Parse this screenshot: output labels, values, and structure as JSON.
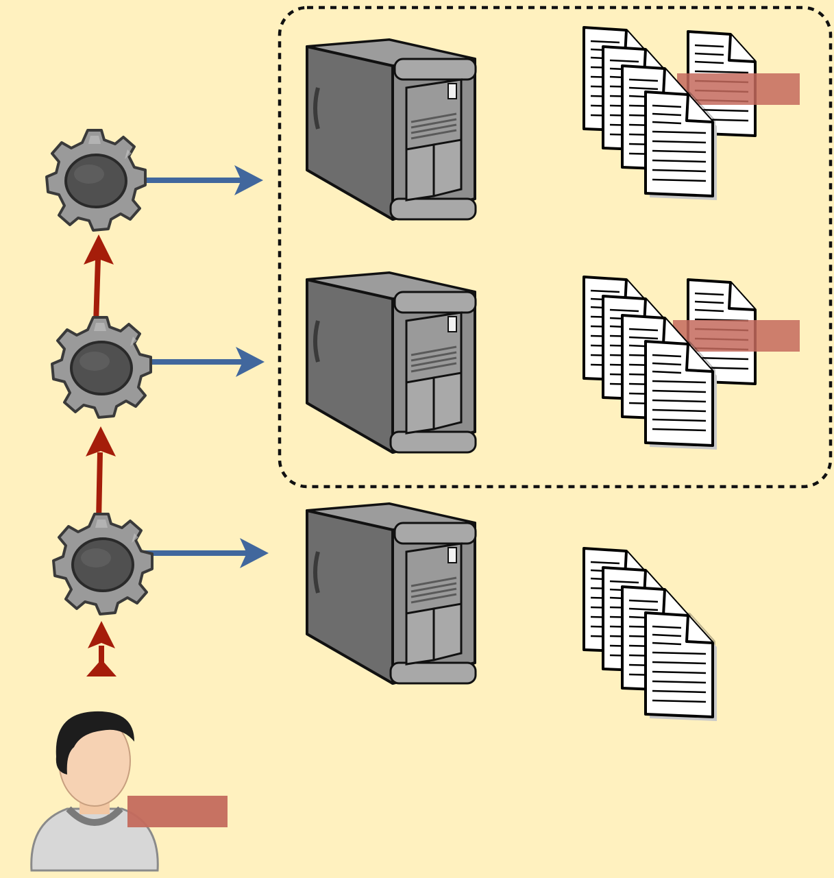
{
  "diagram": {
    "background": "#fff1bf",
    "group_border_color": "#111111",
    "red_arrow_color": "#a51d0a",
    "blue_arrow_color": "#41679d",
    "redaction_color": "#c46a5d",
    "nodes": [
      {
        "id": "user",
        "icon": "user-avatar-icon"
      },
      {
        "id": "gear-1",
        "icon": "gear-icon"
      },
      {
        "id": "gear-2",
        "icon": "gear-icon"
      },
      {
        "id": "gear-3",
        "icon": "gear-icon"
      },
      {
        "id": "server-1",
        "icon": "server-tower-icon"
      },
      {
        "id": "server-2",
        "icon": "server-tower-icon"
      },
      {
        "id": "server-3",
        "icon": "server-tower-icon"
      },
      {
        "id": "docs-1",
        "icon": "document-stack-icon"
      },
      {
        "id": "docs-2",
        "icon": "document-stack-icon"
      },
      {
        "id": "docs-3",
        "icon": "document-stack-icon"
      }
    ],
    "edges": [
      {
        "from": "user",
        "to": "gear-3",
        "style": "red-arrow"
      },
      {
        "from": "gear-3",
        "to": "gear-2",
        "style": "red-arrow"
      },
      {
        "from": "gear-2",
        "to": "gear-1",
        "style": "red-arrow"
      },
      {
        "from": "gear-1",
        "to": "server-1",
        "style": "blue-arrow"
      },
      {
        "from": "gear-2",
        "to": "server-2",
        "style": "blue-arrow"
      },
      {
        "from": "gear-3",
        "to": "server-3",
        "style": "blue-arrow"
      }
    ],
    "groups": [
      {
        "members": [
          "server-1",
          "docs-1",
          "server-2",
          "docs-2"
        ],
        "border": "dashed"
      }
    ]
  }
}
